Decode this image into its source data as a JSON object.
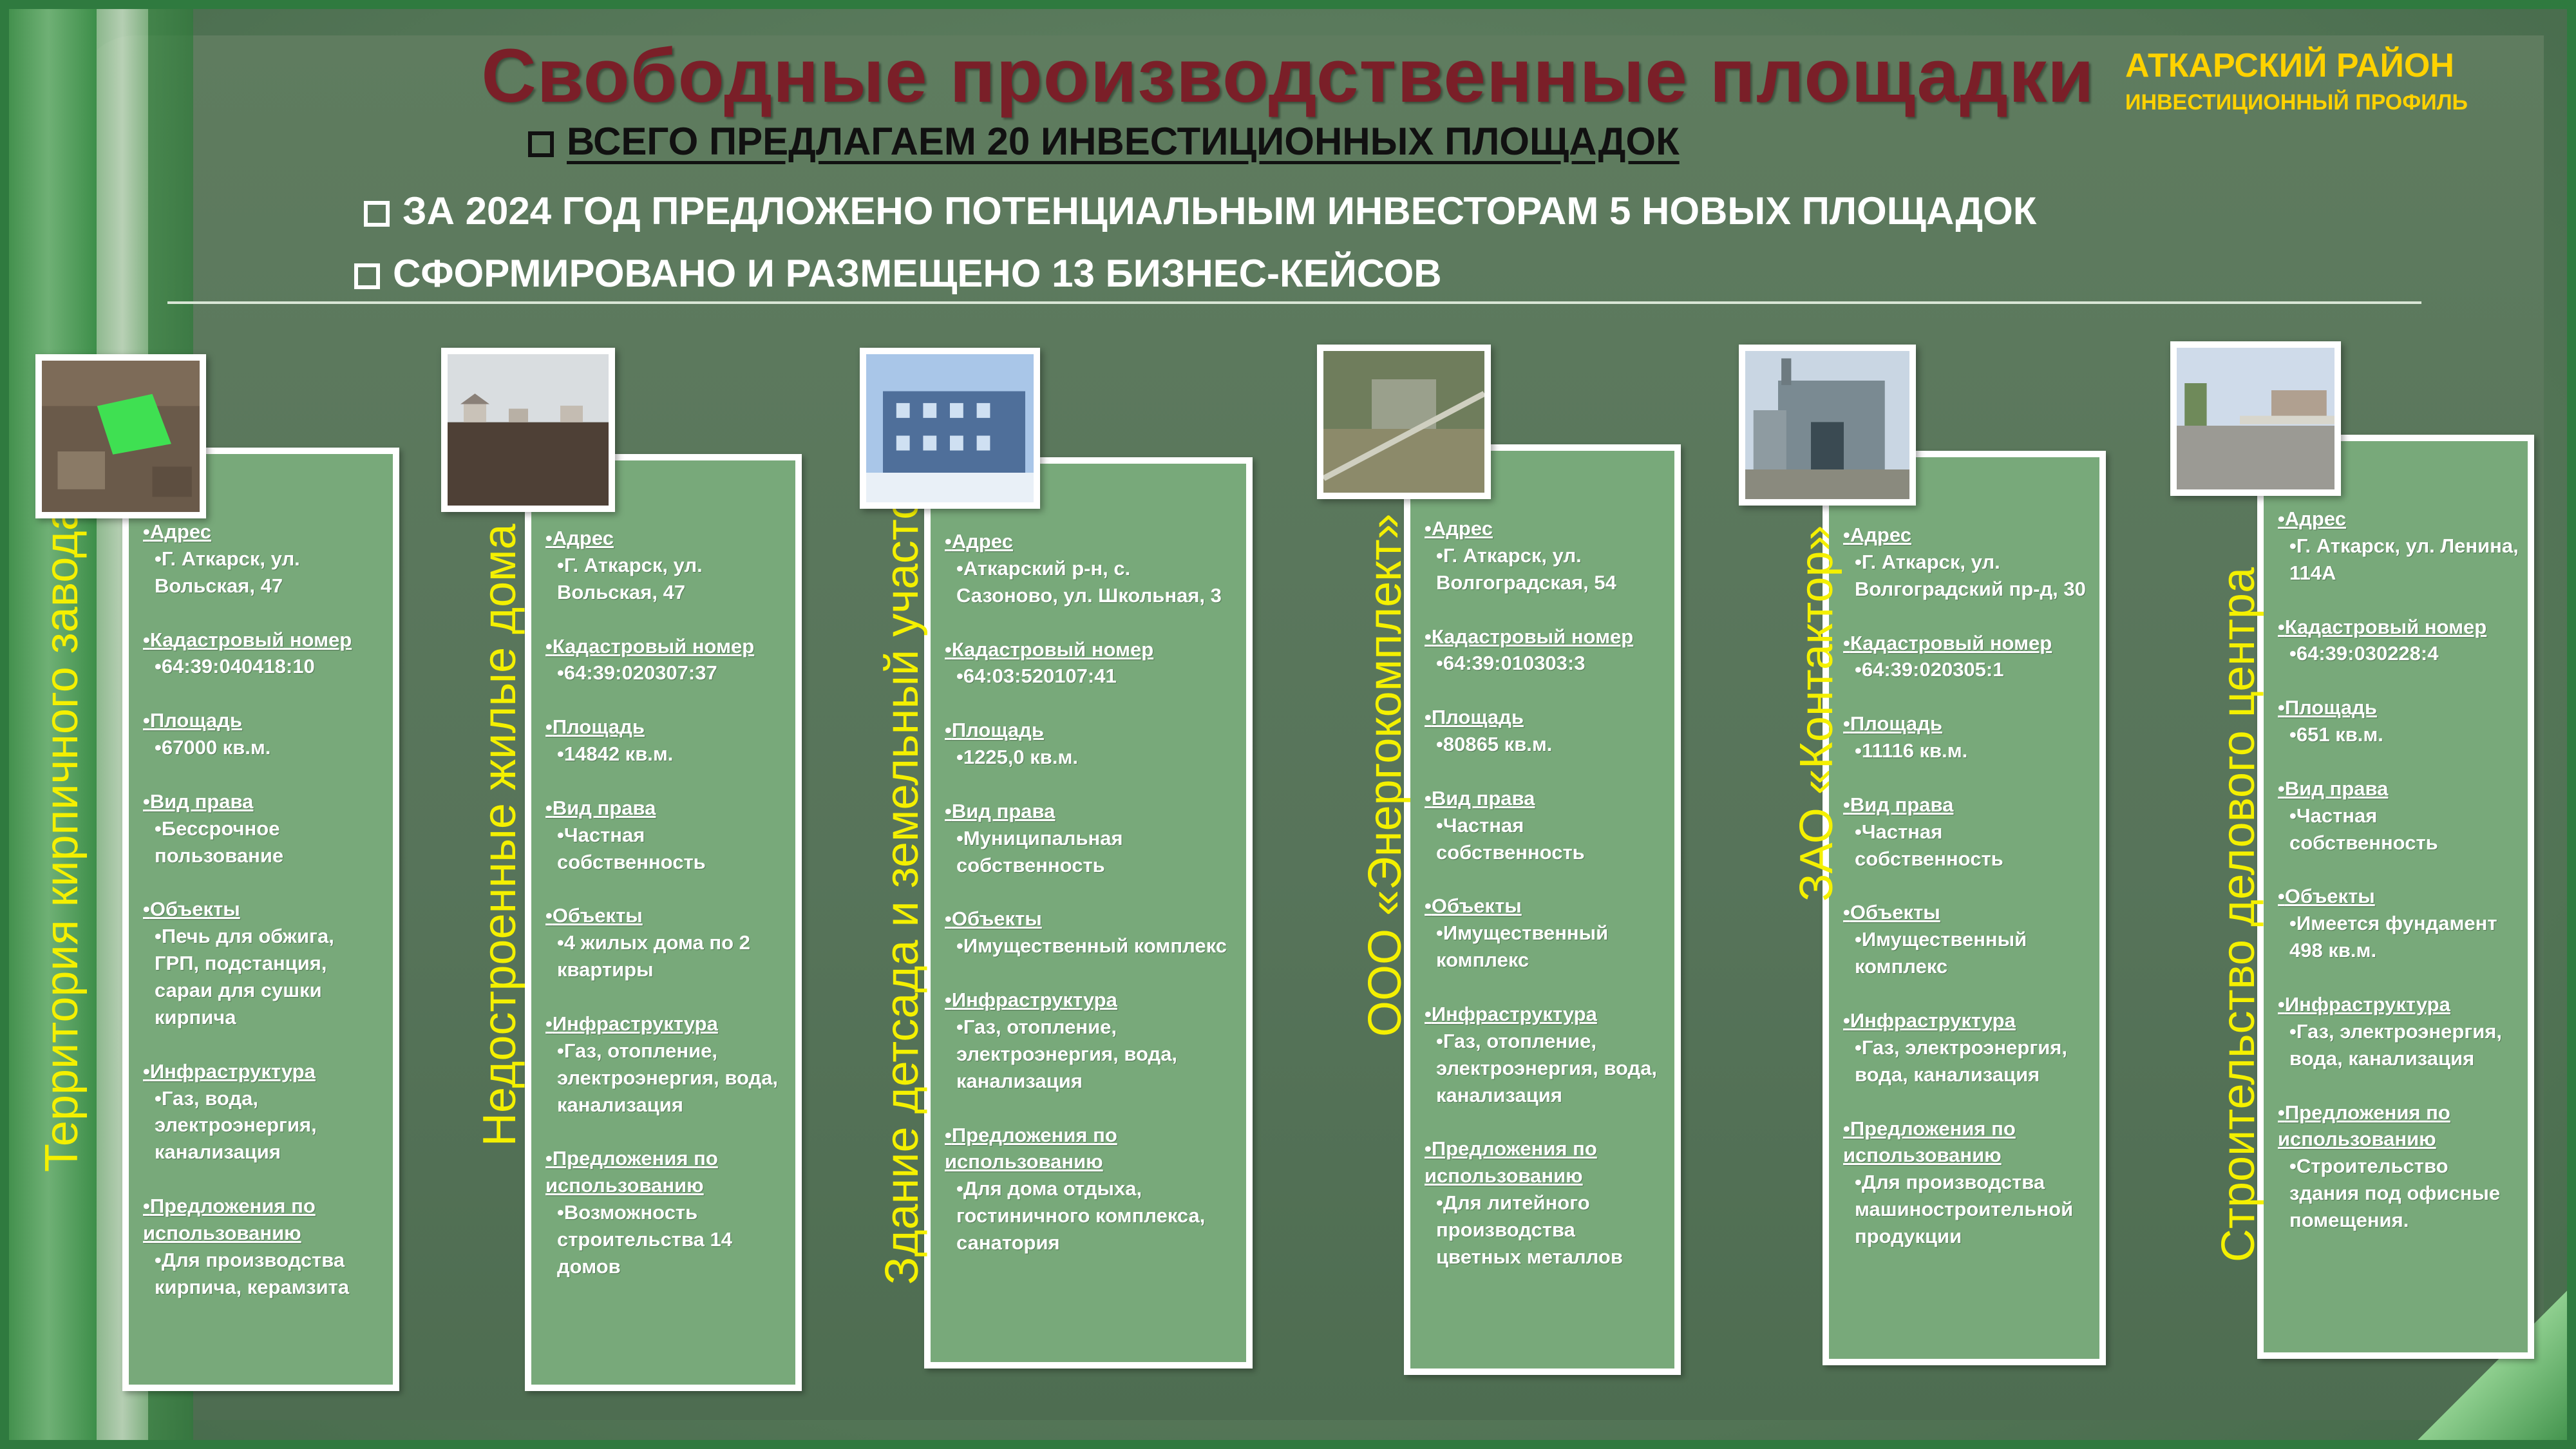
{
  "header": {
    "title": "Свободные производственные площадки",
    "region": "АТКАРСКИЙ РАЙОН",
    "profile": "ИНВЕСТИЦИОННЫЙ ПРОФИЛЬ"
  },
  "bullets": [
    "ВСЕГО ПРЕДЛАГАЕМ 20 ИНВЕСТИЦИОННЫХ ПЛОЩАДОК",
    "ЗА 2024 ГОД ПРЕДЛОЖЕНО ПОТЕНЦИАЛЬНЫМ ИНВЕСТОРАМ 5 НОВЫХ ПЛОЩАДОК",
    "СФОРМИРОВАНО И РАЗМЕЩЕНО 13 БИЗНЕС-КЕЙСОВ"
  ],
  "labels": {
    "address": "Адрес",
    "cadastral": "Кадастровый номер",
    "area": "Площадь",
    "right": "Вид права",
    "objects": "Объекты",
    "infra": "Инфраструктура",
    "usage": "Предложения по использованию"
  },
  "sites": [
    {
      "title": "Территория кирпичного завода",
      "address": "Г. Аткарск, ул. Вольская, 47",
      "cadastral": "64:39:040418:10",
      "area": "67000 кв.м.",
      "right": "Бессрочное пользование",
      "objects": "Печь для обжига, ГРП, подстанция, сараи для сушки кирпича",
      "infra": "Газ, вода, электроэнергия, канализация",
      "usage": "Для производства кирпича, керамзита"
    },
    {
      "title": "Недостроенные  жилые  дома",
      "address": "Г. Аткарск, ул. Вольская, 47",
      "cadastral": "64:39:020307:37",
      "area": "14842 кв.м.",
      "right": "Частная собственность",
      "objects": "4 жилых дома по 2 квартиры",
      "infra": "Газ, отопление, электроэнергия, вода, канализация",
      "usage": "Возможность строительства 14 домов"
    },
    {
      "title": "Здание детсада и земельный участок",
      "address": "Аткарский р-н, с. Сазоново, ул. Школьная, 3",
      "cadastral": "64:03:520107:41",
      "area": "1225,0 кв.м.",
      "right": "Муниципальная собственность",
      "objects": "Имущественный комплекс",
      "infra": "Газ, отопление, электроэнергия,  вода, канализация",
      "usage": "Для дома отдыха, гостиничного комплекса, санатория"
    },
    {
      "title": "ООО «Энергокомплект»",
      "address": "Г. Аткарск, ул. Волгоградская, 54",
      "cadastral": "64:39:010303:3",
      "area": "80865 кв.м.",
      "right": "Частная собственность",
      "objects": "Имущественный комплекс",
      "infra": "Газ, отопление, электроэнергия, вода, канализация",
      "usage": "Для литейного производства цветных металлов"
    },
    {
      "title": "ЗАО «Контактор»",
      "address": "Г. Аткарск, ул. Волгоградский пр-д, 30",
      "cadastral": "64:39:020305:1",
      "area": "11116 кв.м.",
      "right": "Частная собственность",
      "objects": "Имущественный комплекс",
      "infra": "Газ, электроэнергия, вода, канализация",
      "usage": "Для производства машиностроительной продукции"
    },
    {
      "title": "Строительство делового центра",
      "address": "Г. Аткарск, ул. Ленина, 114А",
      "cadastral": "64:39:030228:4",
      "area": "651 кв.м.",
      "right": "Частная собственность",
      "objects": "Имеется фундамент 498 кв.м.",
      "infra": "Газ, электроэнергия, вода, канализация",
      "usage": "Строительство здания под офисные помещения."
    }
  ]
}
